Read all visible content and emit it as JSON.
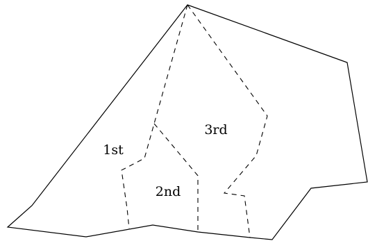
{
  "diagram": {
    "regions": [
      {
        "label": "1st"
      },
      {
        "label": "2nd"
      },
      {
        "label": "3rd"
      }
    ]
  }
}
